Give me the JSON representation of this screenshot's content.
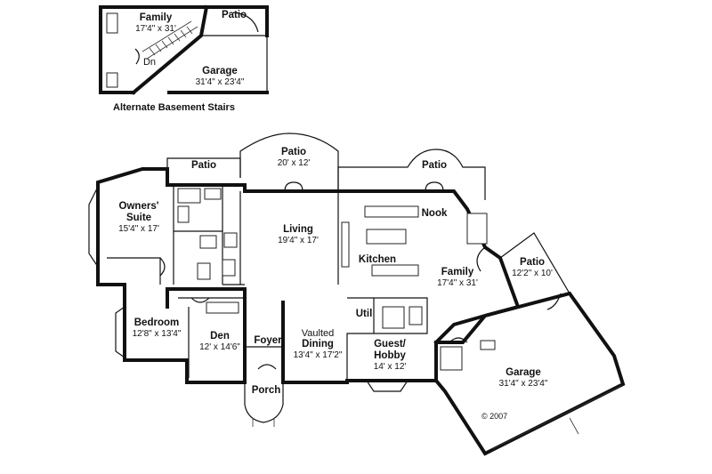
{
  "inset": {
    "family": {
      "name": "Family",
      "dim": "17'4\" x 31'"
    },
    "patio": {
      "name": "Patio"
    },
    "stairs": {
      "label": "Dn"
    },
    "garage": {
      "name": "Garage",
      "dim": "31'4\" x 23'4\""
    },
    "caption": "Alternate Basement Stairs"
  },
  "rooms": {
    "patio_left": {
      "name": "Patio"
    },
    "patio_center": {
      "name": "Patio",
      "dim": "20' x 12'"
    },
    "patio_right": {
      "name": "Patio"
    },
    "owners_suite": {
      "name": "Owners' Suite",
      "name_line1": "Owners'",
      "name_line2": "Suite",
      "dim": "15'4\" x 17'"
    },
    "living": {
      "name": "Living",
      "dim": "19'4\" x 17'"
    },
    "nook": {
      "name": "Nook"
    },
    "kitchen": {
      "name": "Kitchen"
    },
    "family": {
      "name": "Family",
      "dim": "17'4\" x 31'"
    },
    "patio_side": {
      "name": "Patio",
      "dim": "12'2\" x 10'"
    },
    "bedroom": {
      "name": "Bedroom",
      "dim": "12'8\" x 13'4\""
    },
    "den": {
      "name": "Den",
      "dim": "12' x 14'6\""
    },
    "foyer": {
      "name": "Foyer"
    },
    "porch": {
      "name": "Porch"
    },
    "dining": {
      "name_line1": "Vaulted",
      "name_line2": "Dining",
      "dim": "13'4\" x 17'2\""
    },
    "util": {
      "name": "Util"
    },
    "guest": {
      "name_line1": "Guest/",
      "name_line2": "Hobby",
      "dim": "14' x 12'"
    },
    "garage": {
      "name": "Garage",
      "dim": "31'4\" x 23'4\""
    }
  },
  "copyright": "© 2007"
}
